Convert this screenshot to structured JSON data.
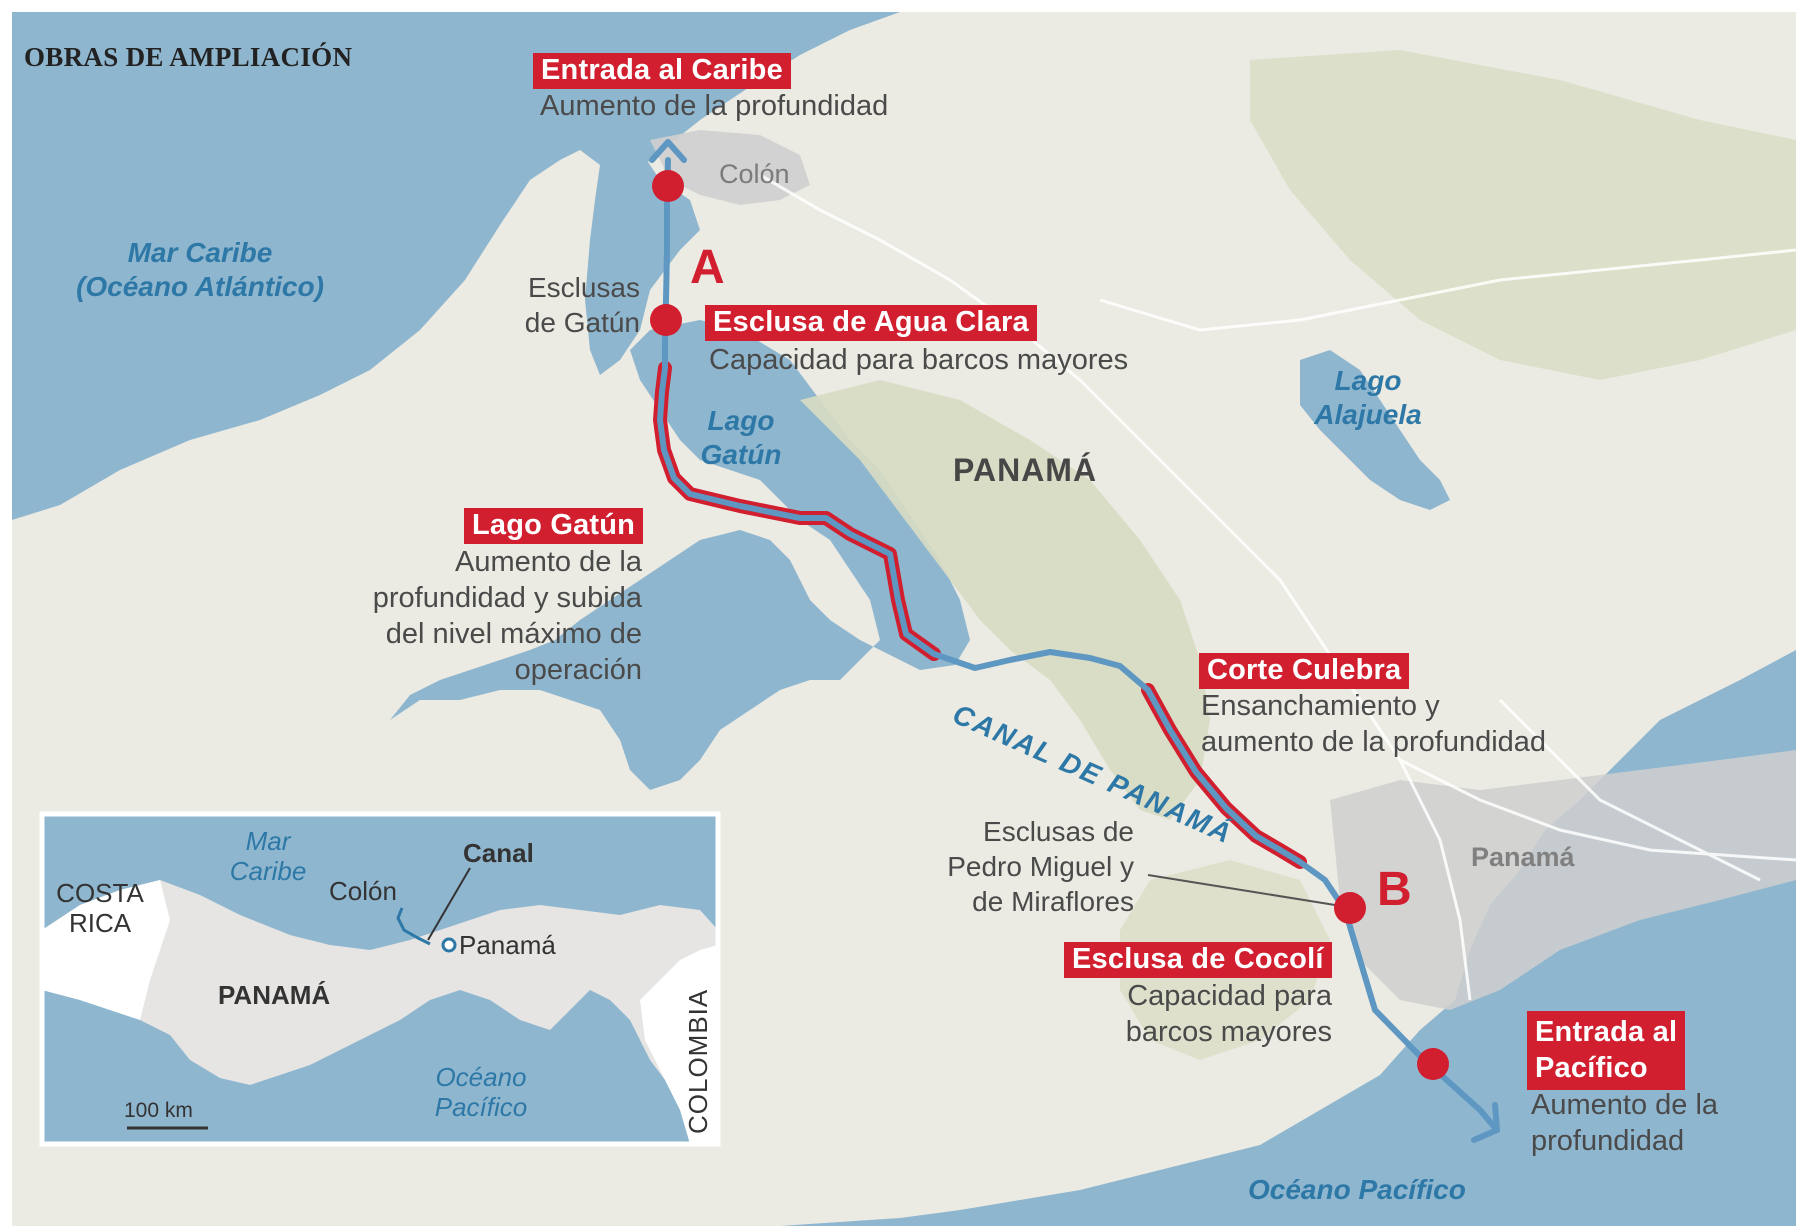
{
  "title": "OBRAS DE AMPLIACIÓN",
  "colors": {
    "sea": "#8fb6cf",
    "land": "#ecebe3",
    "forest": "#d8dcc2",
    "urban": "#cfcfcf",
    "route_blue": "#5e97c1",
    "highlight_red": "#d11f2f"
  },
  "works": [
    {
      "label": "Entrada al Caribe",
      "description": [
        "Aumento de la profundidad"
      ]
    },
    {
      "label": "Esclusa de Agua Clara",
      "description": [
        "Capacidad para barcos mayores"
      ]
    },
    {
      "label": "Lago Gatún",
      "description": [
        "Aumento de la",
        "profundidad y subida",
        "del nivel máximo de",
        "operación"
      ]
    },
    {
      "label": "Corte Culebra",
      "description": [
        "Ensanchamiento y",
        "aumento de la profundidad"
      ]
    },
    {
      "label": "Esclusa de Cocolí",
      "description": [
        "Capacidad para",
        "barcos mayores"
      ]
    },
    {
      "label": "Entrada al",
      "label2": "Pacífico",
      "description": [
        "Aumento de la",
        "profundidad"
      ]
    }
  ],
  "points": {
    "a": "A",
    "b": "B"
  },
  "places": {
    "colon": "Colón",
    "panama_city": "Panamá",
    "country": "PANAMÁ",
    "canal": "CANAL DE PANAMÁ",
    "esclusas_gatun": [
      "Esclusas",
      "de Gatún"
    ],
    "esclusas_pedro": [
      "Esclusas de",
      "Pedro Miguel y",
      "de Miraflores"
    ]
  },
  "water": {
    "caribe": [
      "Mar Caribe",
      "(Océano Atlántico)"
    ],
    "pacifico": "Océano Pacífico",
    "lago_gatun": [
      "Lago",
      "Gatún"
    ],
    "lago_alajuela": [
      "Lago",
      "Alajuela"
    ]
  },
  "inset": {
    "mar_caribe": [
      "Mar",
      "Caribe"
    ],
    "costa_rica": [
      "COSTA",
      "RICA"
    ],
    "colon": "Colón",
    "canal": "Canal",
    "panama_city": "Panamá",
    "panama": "PANAMÁ",
    "oceano": [
      "Océano",
      "Pacífico"
    ],
    "colombia": "COLOMBIA",
    "scale": "100 km"
  }
}
